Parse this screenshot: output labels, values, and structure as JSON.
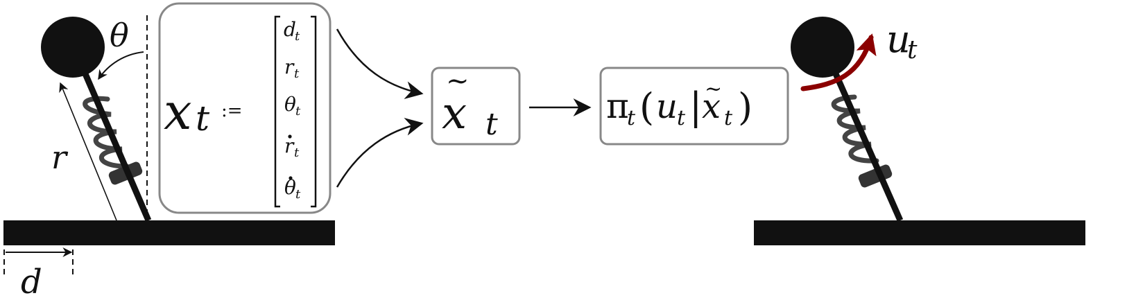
{
  "left_robot": {
    "angle_label": "θ",
    "length_label": "r",
    "offset_label": "d"
  },
  "state_box": {
    "lhs": "x",
    "lhs_sub": "t",
    "assign": ":=",
    "vector": [
      {
        "sym": "d",
        "sub": "t",
        "dot": false
      },
      {
        "sym": "r",
        "sub": "t",
        "dot": false
      },
      {
        "sym": "θ",
        "sub": "t",
        "dot": false
      },
      {
        "sym": "r",
        "sub": "t",
        "dot": true
      },
      {
        "sym": "θ",
        "sub": "t",
        "dot": true
      }
    ]
  },
  "feature_box": {
    "sym": "x",
    "accent": "~",
    "sub": "t"
  },
  "policy_box": {
    "pi": "π",
    "pi_sub": "t",
    "open": "(",
    "u": "u",
    "u_sub": "t",
    "bar": "|",
    "x": "x",
    "x_accent": "~",
    "x_sub": "t",
    "close": ")"
  },
  "right_robot": {
    "action_label": "u",
    "action_sub": "t",
    "action_color": "#8b0000"
  },
  "colors": {
    "ink": "#111111",
    "box_border": "#888888",
    "spring": "#444444",
    "action": "#8b0000"
  }
}
